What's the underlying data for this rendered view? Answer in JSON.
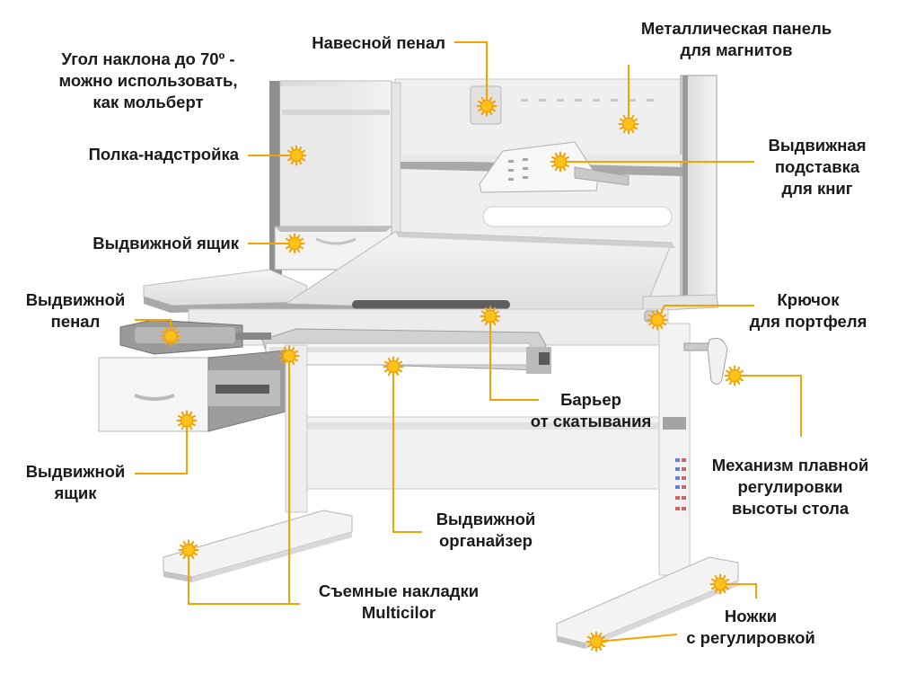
{
  "colors": {
    "accent": "#f5a300",
    "marker_fill": "#ffc21a",
    "desk_light": "#f1f1f1",
    "desk_mid": "#dcdcdc",
    "desk_grey": "#9a9a9a",
    "desk_dark": "#6e6e6e",
    "text": "#1a1a1a"
  },
  "labels": {
    "tilt": [
      "Угол наклона до 70º -",
      "можно использовать,",
      "как мольберт"
    ],
    "hanging_case": [
      "Навесной пенал"
    ],
    "metal_panel": [
      "Металлическая панель",
      "для магнитов"
    ],
    "shelf": [
      "Полка-надстройка"
    ],
    "book_stand": [
      "Выдвижная",
      "подставка",
      "для книг"
    ],
    "drawer_top": [
      "Выдвижной ящик"
    ],
    "pencil_case": [
      "Выдвижной",
      "пенал"
    ],
    "hook": [
      "Крючок",
      "для портфеля"
    ],
    "barrier": [
      "Барьер",
      "от скатывания"
    ],
    "drawer_side": [
      "Выдвижной",
      "ящик"
    ],
    "height_mech": [
      "Механизм плавной",
      "регулировки",
      "высоты стола"
    ],
    "organizer": [
      "Выдвижной",
      "органайзер"
    ],
    "covers": [
      "Съемные накладки",
      "Multicilor"
    ],
    "legs": [
      "Ножки",
      "с регулировкой"
    ]
  }
}
